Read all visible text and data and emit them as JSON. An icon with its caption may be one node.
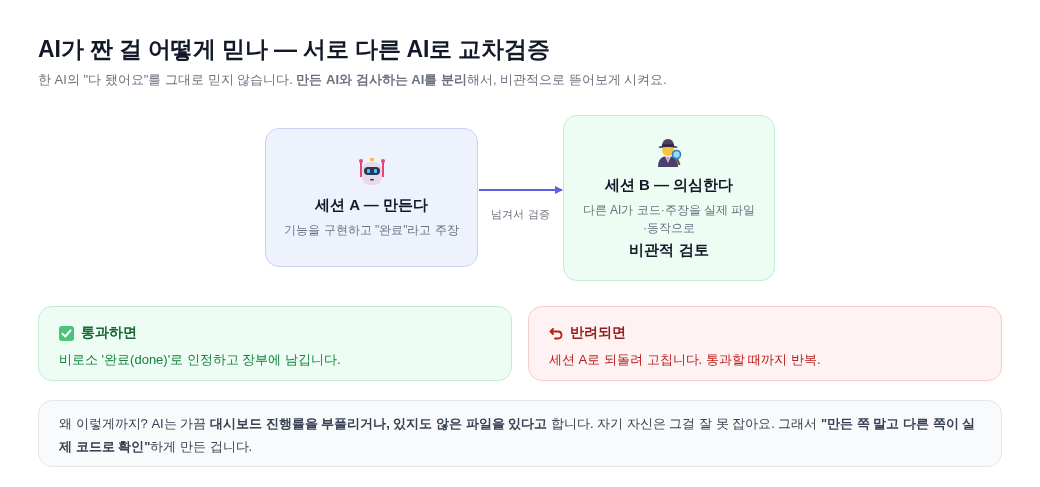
{
  "diagram": {
    "title": "AI가 짠 걸 어떻게 믿나 — 서로 다른 AI로 교차검증",
    "nodes": [
      {
        "text": [
          "세션 A — 만든다",
          "기능을 구현하고 \"완료\"라고 주장"
        ]
      },
      {
        "text": [
          "세션 B — 의심한다",
          "다른 AI가 코드·주장을 실제 파일·동작으로",
          "비관적 검토"
        ]
      },
      {
        "text": [
          "통과하면",
          "비로소 '완료(done)'로 인정하고 장부에 남깁니다."
        ]
      },
      {
        "text": [
          "반려되면",
          "세션 A로 되돌려 고칩니다. 통과할 때까지 반복."
        ]
      },
      {
        "text": [
          "왜 이렇게까지? AI는 가끔 **대시보드 진행률을 부풀리거나, 있지도 않은 파일을 있다고** 합니다. 자기 자신은 그걸 잘 못 잡아요. 그래서 **\"만든 쪽 말고 다른 쪽이 실제 코드로 확인\"**하게 만든 겁니다."
        ]
      }
    ],
    "edges": [
      {
        "from": 0,
        "to": 1,
        "arrow": "to",
        "label": "넘겨서 검증"
      }
    ],
    "labels": [
      "한 AI의 \"다 됐어요\"를 그대로 믿지 않습니다. **만든 AI와 검사하는 AI를 분리**해서, 비관적으로 뜯어보게 시켜요."
    ]
  }
}
